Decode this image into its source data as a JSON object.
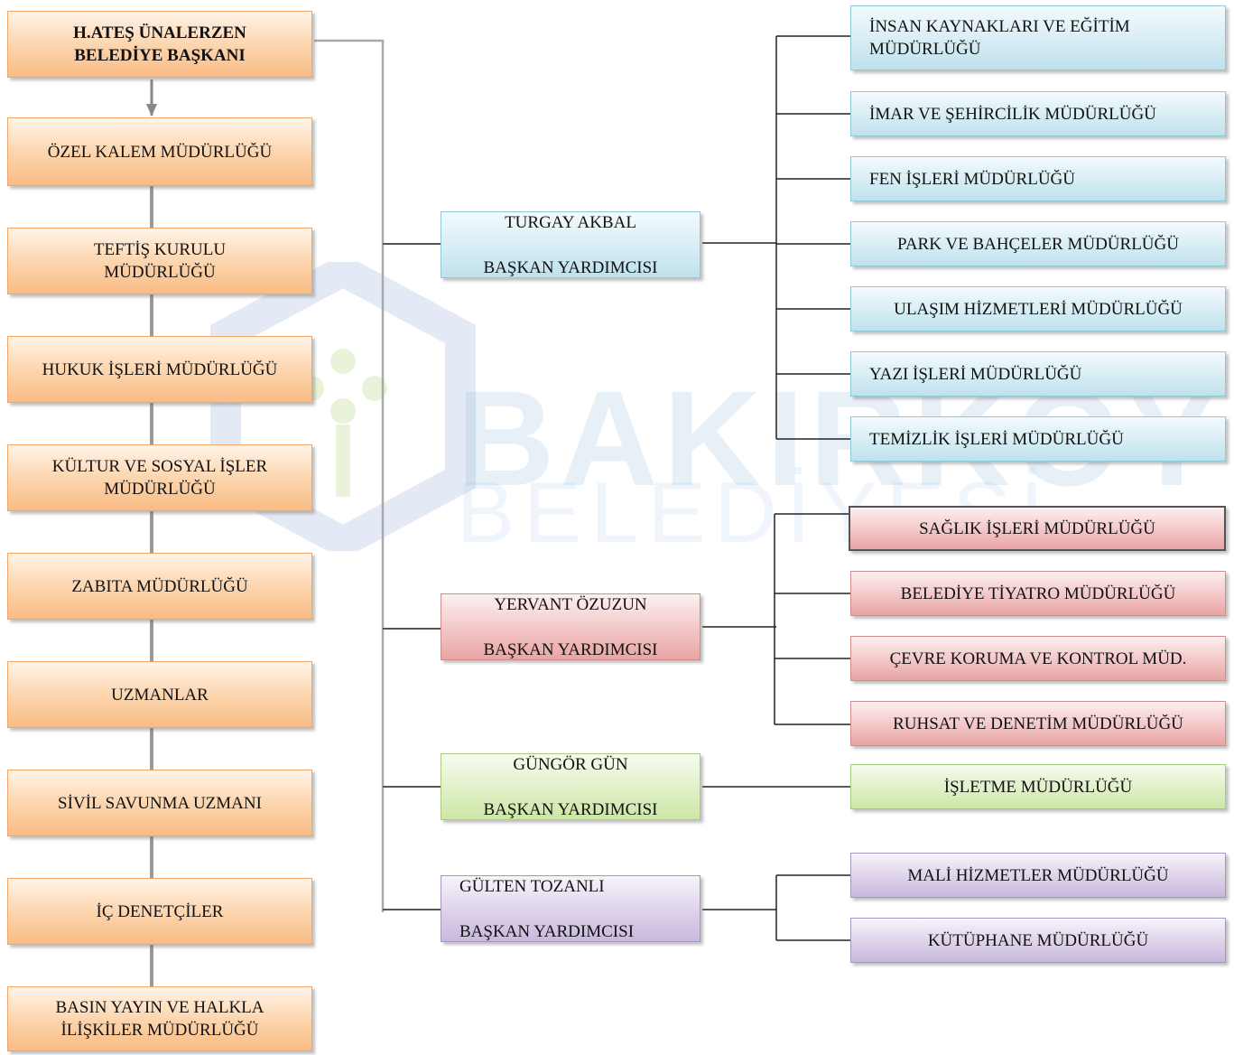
{
  "mayor": {
    "name": "H.ATEŞ ÜNALERZEN",
    "title": "BELEDİYE BAŞKANI"
  },
  "left_units": [
    "ÖZEL KALEM MÜDÜRLÜĞÜ",
    "TEFTİŞ KURULU\nMÜDÜRLÜĞÜ",
    "HUKUK İŞLERİ MÜDÜRLÜĞÜ",
    "KÜLTUR VE SOSYAL İŞLER\nMÜDÜRLÜĞÜ",
    "ZABITA MÜDÜRLÜĞÜ",
    "UZMANLAR",
    "SİVİL SAVUNMA UZMANI",
    "İÇ DENETÇİLER",
    "BASIN YAYIN VE HALKLA\nİLİŞKİLER MÜDÜRLÜĞÜ"
  ],
  "deputies": [
    {
      "name": "TURGAY AKBAL",
      "title": "BAŞKAN YARDIMCISI",
      "color": "#d7edf4"
    },
    {
      "name": "YERVANT ÖZUZUN",
      "title": "BAŞKAN YARDIMCISI",
      "color": "#f3c6c6"
    },
    {
      "name": "GÜNGÖR GÜN",
      "title": "BAŞKAN YARDIMCISI",
      "color": "#e0f0c7"
    },
    {
      "name": "GÜLTEN TOZANLI",
      "title": "BAŞKAN YARDIMCISI",
      "color": "#ddd2ea"
    }
  ],
  "directorates_blue": [
    "İNSAN KAYNAKLARI VE EĞİTİM\nMÜDÜRLÜĞÜ",
    "İMAR VE ŞEHİRCİLİK MÜDÜRLÜĞÜ",
    "FEN İŞLERİ MÜDÜRLÜĞÜ",
    "PARK VE BAHÇELER MÜDÜRLÜĞÜ",
    "ULAŞIM HİZMETLERİ MÜDÜRLÜĞÜ",
    "YAZI İŞLERİ MÜDÜRLÜĞÜ",
    "TEMİZLİK İŞLERİ  MÜDÜRLÜĞÜ"
  ],
  "directorates_red": [
    "SAĞLIK   İŞLERİ MÜDÜRLÜĞÜ",
    "BELEDİYE TİYATRO MÜDÜRLÜĞÜ",
    "ÇEVRE KORUMA VE KONTROL MÜD.",
    "RUHSAT VE DENETİM MÜDÜRLÜĞÜ"
  ],
  "directorates_green": [
    "İŞLETME MÜDÜRLÜĞÜ"
  ],
  "directorates_purple": [
    "MALİ HİZMETLER  MÜDÜRLÜĞÜ",
    "KÜTÜPHANE MÜDÜRLÜĞÜ"
  ],
  "watermark": {
    "line1": "BAKIRKÖY",
    "line2": "BELEDİYESİ"
  }
}
